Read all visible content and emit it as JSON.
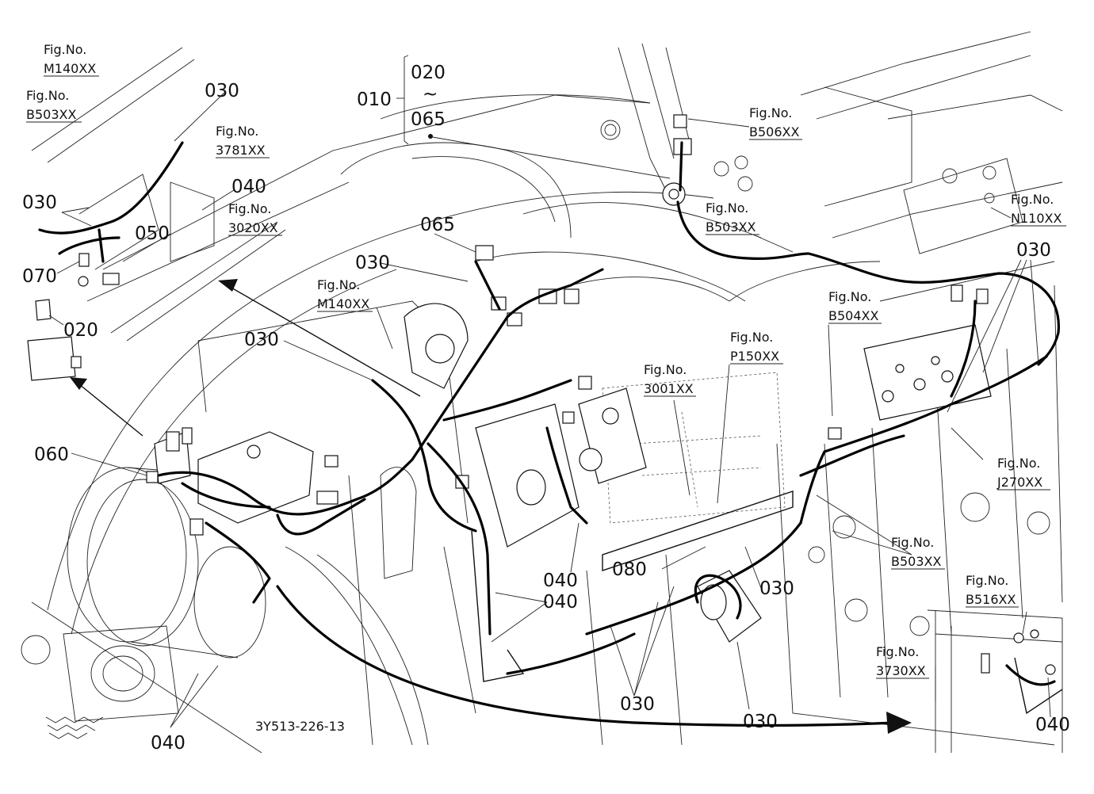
{
  "diagram_code": "3Y513-226-13",
  "fig_prefix": "Fig.No.",
  "callouts": {
    "c010": "010",
    "c020_top": "020",
    "tilde": "~",
    "c065_top": "065",
    "c030_a": "030",
    "c030_b": "030",
    "c030_c": "030",
    "c030_d": "030",
    "c030_e": "030",
    "c030_f": "030",
    "c030_g": "030",
    "c030_h": "030",
    "c040_a": "040",
    "c040_b": "040",
    "c040_c": "040",
    "c040_d": "040",
    "c040_e": "040",
    "c050": "050",
    "c070": "070",
    "c020": "020",
    "c060": "060",
    "c065": "065",
    "c080": "080"
  },
  "figures": {
    "m140_a": "M140XX",
    "b503_a": "B503XX",
    "f3781": "3781XX",
    "f3020": "3020XX",
    "m140_b": "M140XX",
    "b506": "B506XX",
    "b503_b": "B503XX",
    "n110": "N110XX",
    "b504": "B504XX",
    "p150": "P150XX",
    "f3001": "3001XX",
    "j270": "J270XX",
    "b503_c": "B503XX",
    "b516": "B516XX",
    "f3730": "3730XX"
  }
}
